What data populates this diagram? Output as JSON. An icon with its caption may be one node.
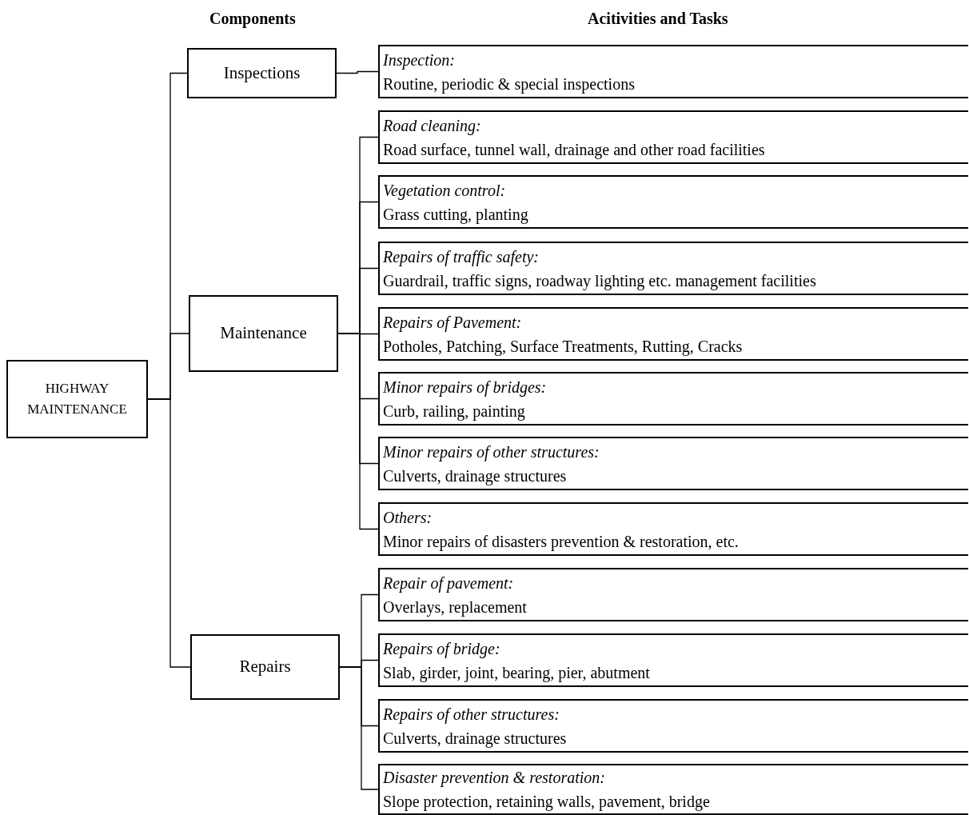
{
  "diagram": {
    "nodes": [
      {
        "text": [
          "HIGHWAY MAINTENANCE"
        ]
      },
      {
        "text": [
          "Inspections"
        ]
      },
      {
        "text": [
          "Maintenance"
        ]
      },
      {
        "text": [
          "Repairs"
        ]
      },
      {
        "text": [
          "Inspection:",
          "Routine, periodic & special inspections"
        ]
      },
      {
        "text": [
          "Road cleaning:",
          "Road surface, tunnel wall, drainage and other road facilities"
        ]
      },
      {
        "text": [
          "Vegetation control:",
          "Grass cutting, planting"
        ]
      },
      {
        "text": [
          "Repairs of traffic safety:",
          "Guardrail, traffic signs, roadway lighting etc. management facilities"
        ]
      },
      {
        "text": [
          "Repairs of Pavement:",
          "Potholes, Patching, Surface Treatments, Rutting, Cracks"
        ]
      },
      {
        "text": [
          "Minor repairs of bridges:",
          "Curb, railing, painting"
        ]
      },
      {
        "text": [
          "Minor repairs of other structures:",
          "Culverts, drainage structures"
        ]
      },
      {
        "text": [
          "Others:",
          "Minor repairs of disasters prevention & restoration, etc."
        ]
      },
      {
        "text": [
          "Repair of pavement:",
          "Overlays, replacement"
        ]
      },
      {
        "text": [
          "Repairs of bridge:",
          "Slab, girder, joint, bearing, pier, abutment"
        ]
      },
      {
        "text": [
          "Repairs of other structures:",
          "Culverts, drainage structures"
        ]
      },
      {
        "text": [
          "Disaster prevention & restoration:",
          "Slope protection, retaining walls, pavement, bridge"
        ]
      }
    ],
    "edges": [
      {
        "from": 0,
        "to": 1,
        "arrow": "none"
      },
      {
        "from": 0,
        "to": 2,
        "arrow": "none"
      },
      {
        "from": 0,
        "to": 3,
        "arrow": "none"
      },
      {
        "from": 1,
        "to": 4,
        "arrow": "none"
      },
      {
        "from": 2,
        "to": 5,
        "arrow": "none"
      },
      {
        "from": 2,
        "to": 6,
        "arrow": "none"
      },
      {
        "from": 2,
        "to": 7,
        "arrow": "none"
      },
      {
        "from": 2,
        "to": 8,
        "arrow": "none"
      },
      {
        "from": 2,
        "to": 9,
        "arrow": "none"
      },
      {
        "from": 2,
        "to": 10,
        "arrow": "none"
      },
      {
        "from": 2,
        "to": 11,
        "arrow": "none"
      },
      {
        "from": 3,
        "to": 12,
        "arrow": "none"
      },
      {
        "from": 3,
        "to": 13,
        "arrow": "none"
      },
      {
        "from": 3,
        "to": 14,
        "arrow": "none"
      },
      {
        "from": 3,
        "to": 15,
        "arrow": "none"
      }
    ],
    "labels": [
      "Components",
      "Acitivities and Tasks"
    ]
  }
}
